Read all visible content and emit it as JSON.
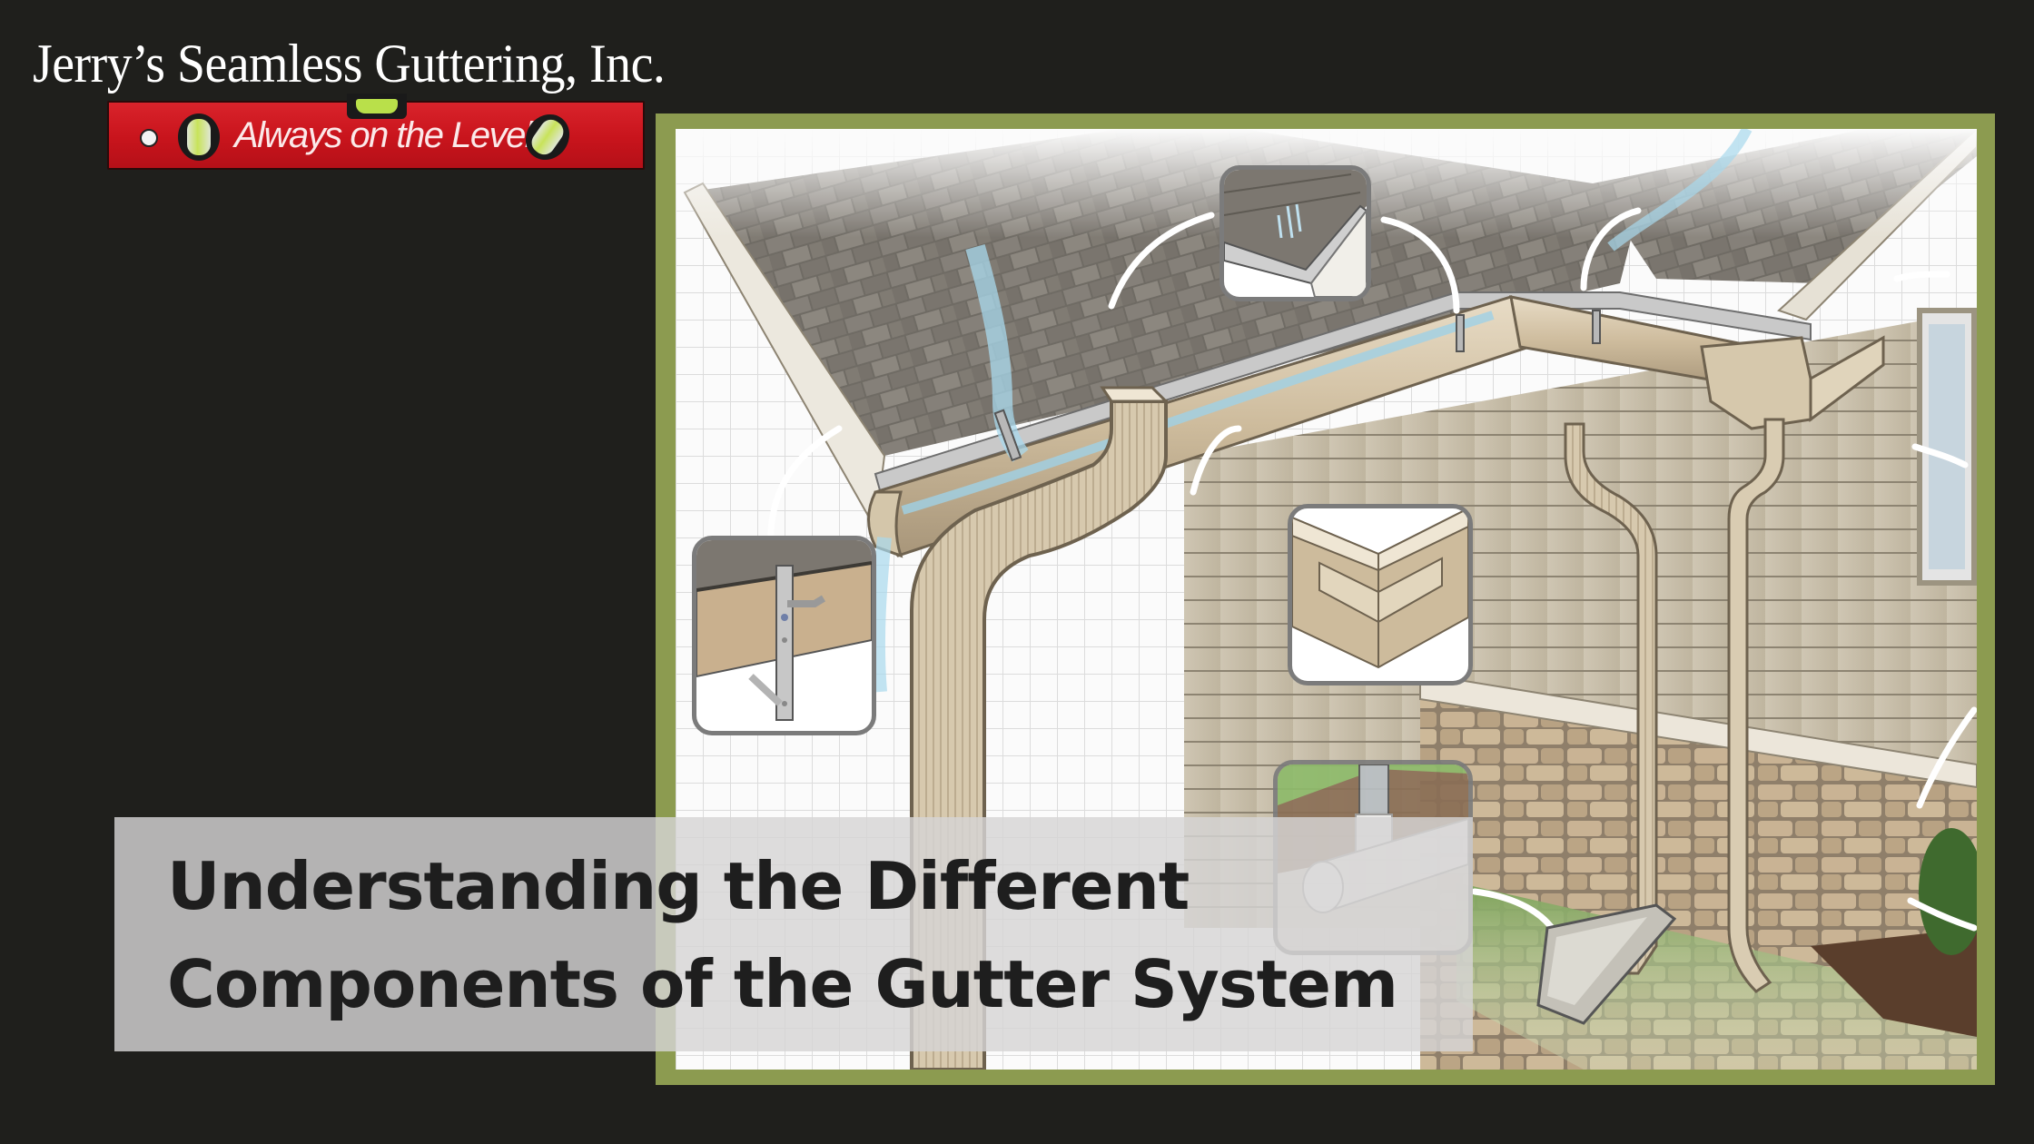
{
  "brand": {
    "company_name": "Jerry’s Seamless Guttering, Inc.",
    "tagline": "Always on the Level",
    "logo_icon": "spirit-level-icon",
    "colors": {
      "background": "#1f1f1c",
      "level_red": "#d0161e",
      "vial_green": "#b9e04a",
      "text": "#ffffff"
    }
  },
  "illustration": {
    "subject": "gutter-system-cutaway",
    "frame_color": "#8c9b50",
    "callouts": [
      {
        "id": "gutter-guard",
        "icon": "gutter-guard-icon"
      },
      {
        "id": "gutter-hanger",
        "icon": "hanger-bracket-icon"
      },
      {
        "id": "inside-corner",
        "icon": "gutter-corner-icon"
      },
      {
        "id": "underground-drain",
        "icon": "drain-pipe-icon"
      }
    ]
  },
  "headline": {
    "line1": "Understanding the Different",
    "line2": "Components of the Gutter System"
  }
}
